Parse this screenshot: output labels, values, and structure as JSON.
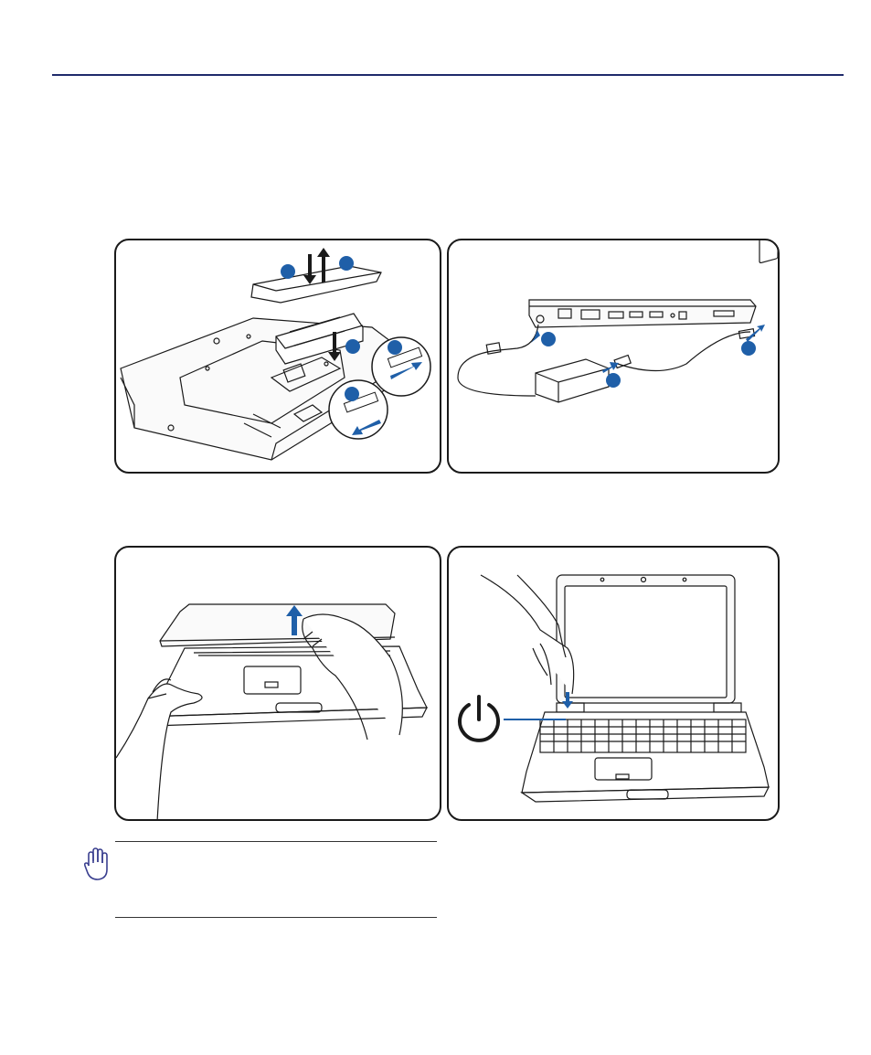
{
  "colors": {
    "accent": "#1f5fa8",
    "rule": "#1f2a6b",
    "line": "#1a1a1a",
    "icon": "#3a3f8f"
  },
  "panels": [
    {
      "name": "install-battery",
      "icons": [
        "battery-pack",
        "laptop-underside",
        "lock-slider-icon"
      ],
      "step_markers": 5
    },
    {
      "name": "connect-power",
      "icons": [
        "ac-adapter",
        "power-cord",
        "wall-outlet"
      ],
      "step_markers": 3
    },
    {
      "name": "open-lid",
      "icons": [
        "hands",
        "laptop-closed",
        "up-arrow-icon"
      ],
      "step_markers": 0
    },
    {
      "name": "power-on",
      "icons": [
        "laptop-open",
        "hand-pressing",
        "power-icon"
      ],
      "step_markers": 0
    }
  ],
  "note": {
    "icon": "caution-hand-icon"
  }
}
